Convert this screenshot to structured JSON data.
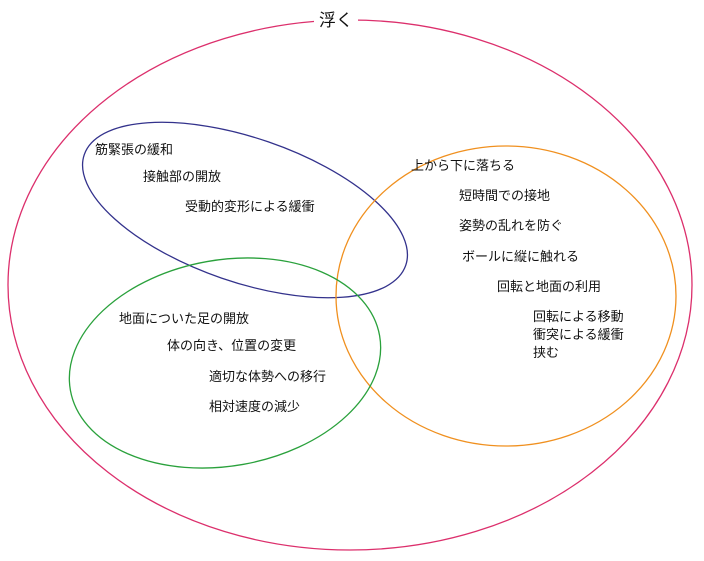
{
  "diagram": {
    "title": "浮く",
    "colors": {
      "outer": "#dc2f6c",
      "blue": "#33328c",
      "orange": "#f0901f",
      "green": "#2aa13c"
    },
    "blue_group": {
      "items": [
        "筋緊張の緩和",
        "接触部の開放",
        "受動的変形による緩衝"
      ]
    },
    "orange_group": {
      "items": [
        "上から下に落ちる",
        "短時間での接地",
        "姿勢の乱れを防ぐ",
        "ボールに縦に触れる",
        "回転と地面の利用",
        "回転による移動",
        "衝突による緩衝",
        "挟む"
      ]
    },
    "green_group": {
      "items": [
        "地面についた足の開放",
        "体の向き、位置の変更",
        "適切な体勢への移行",
        "相対速度の減少"
      ]
    }
  }
}
